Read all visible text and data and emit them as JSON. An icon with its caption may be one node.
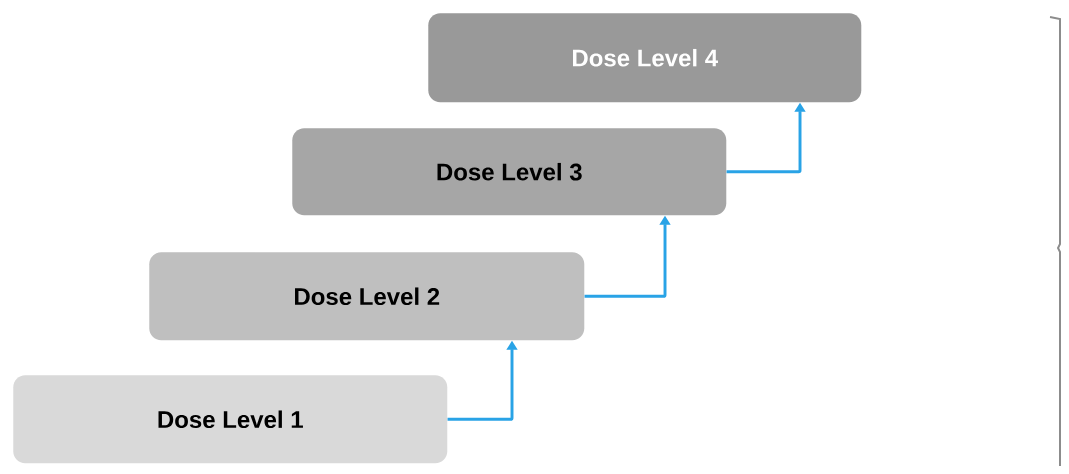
{
  "diagram": {
    "nodes": [
      {
        "text": [
          "Dose Level 1"
        ]
      },
      {
        "text": [
          "Dose Level 2"
        ]
      },
      {
        "text": [
          "Dose Level 3"
        ]
      },
      {
        "text": [
          "Dose Level 4"
        ]
      }
    ],
    "edges": [
      {
        "from": 0,
        "to": 1,
        "arrow": "to"
      },
      {
        "from": 1,
        "to": 2,
        "arrow": "to"
      },
      {
        "from": 2,
        "to": 3,
        "arrow": "to"
      }
    ]
  }
}
